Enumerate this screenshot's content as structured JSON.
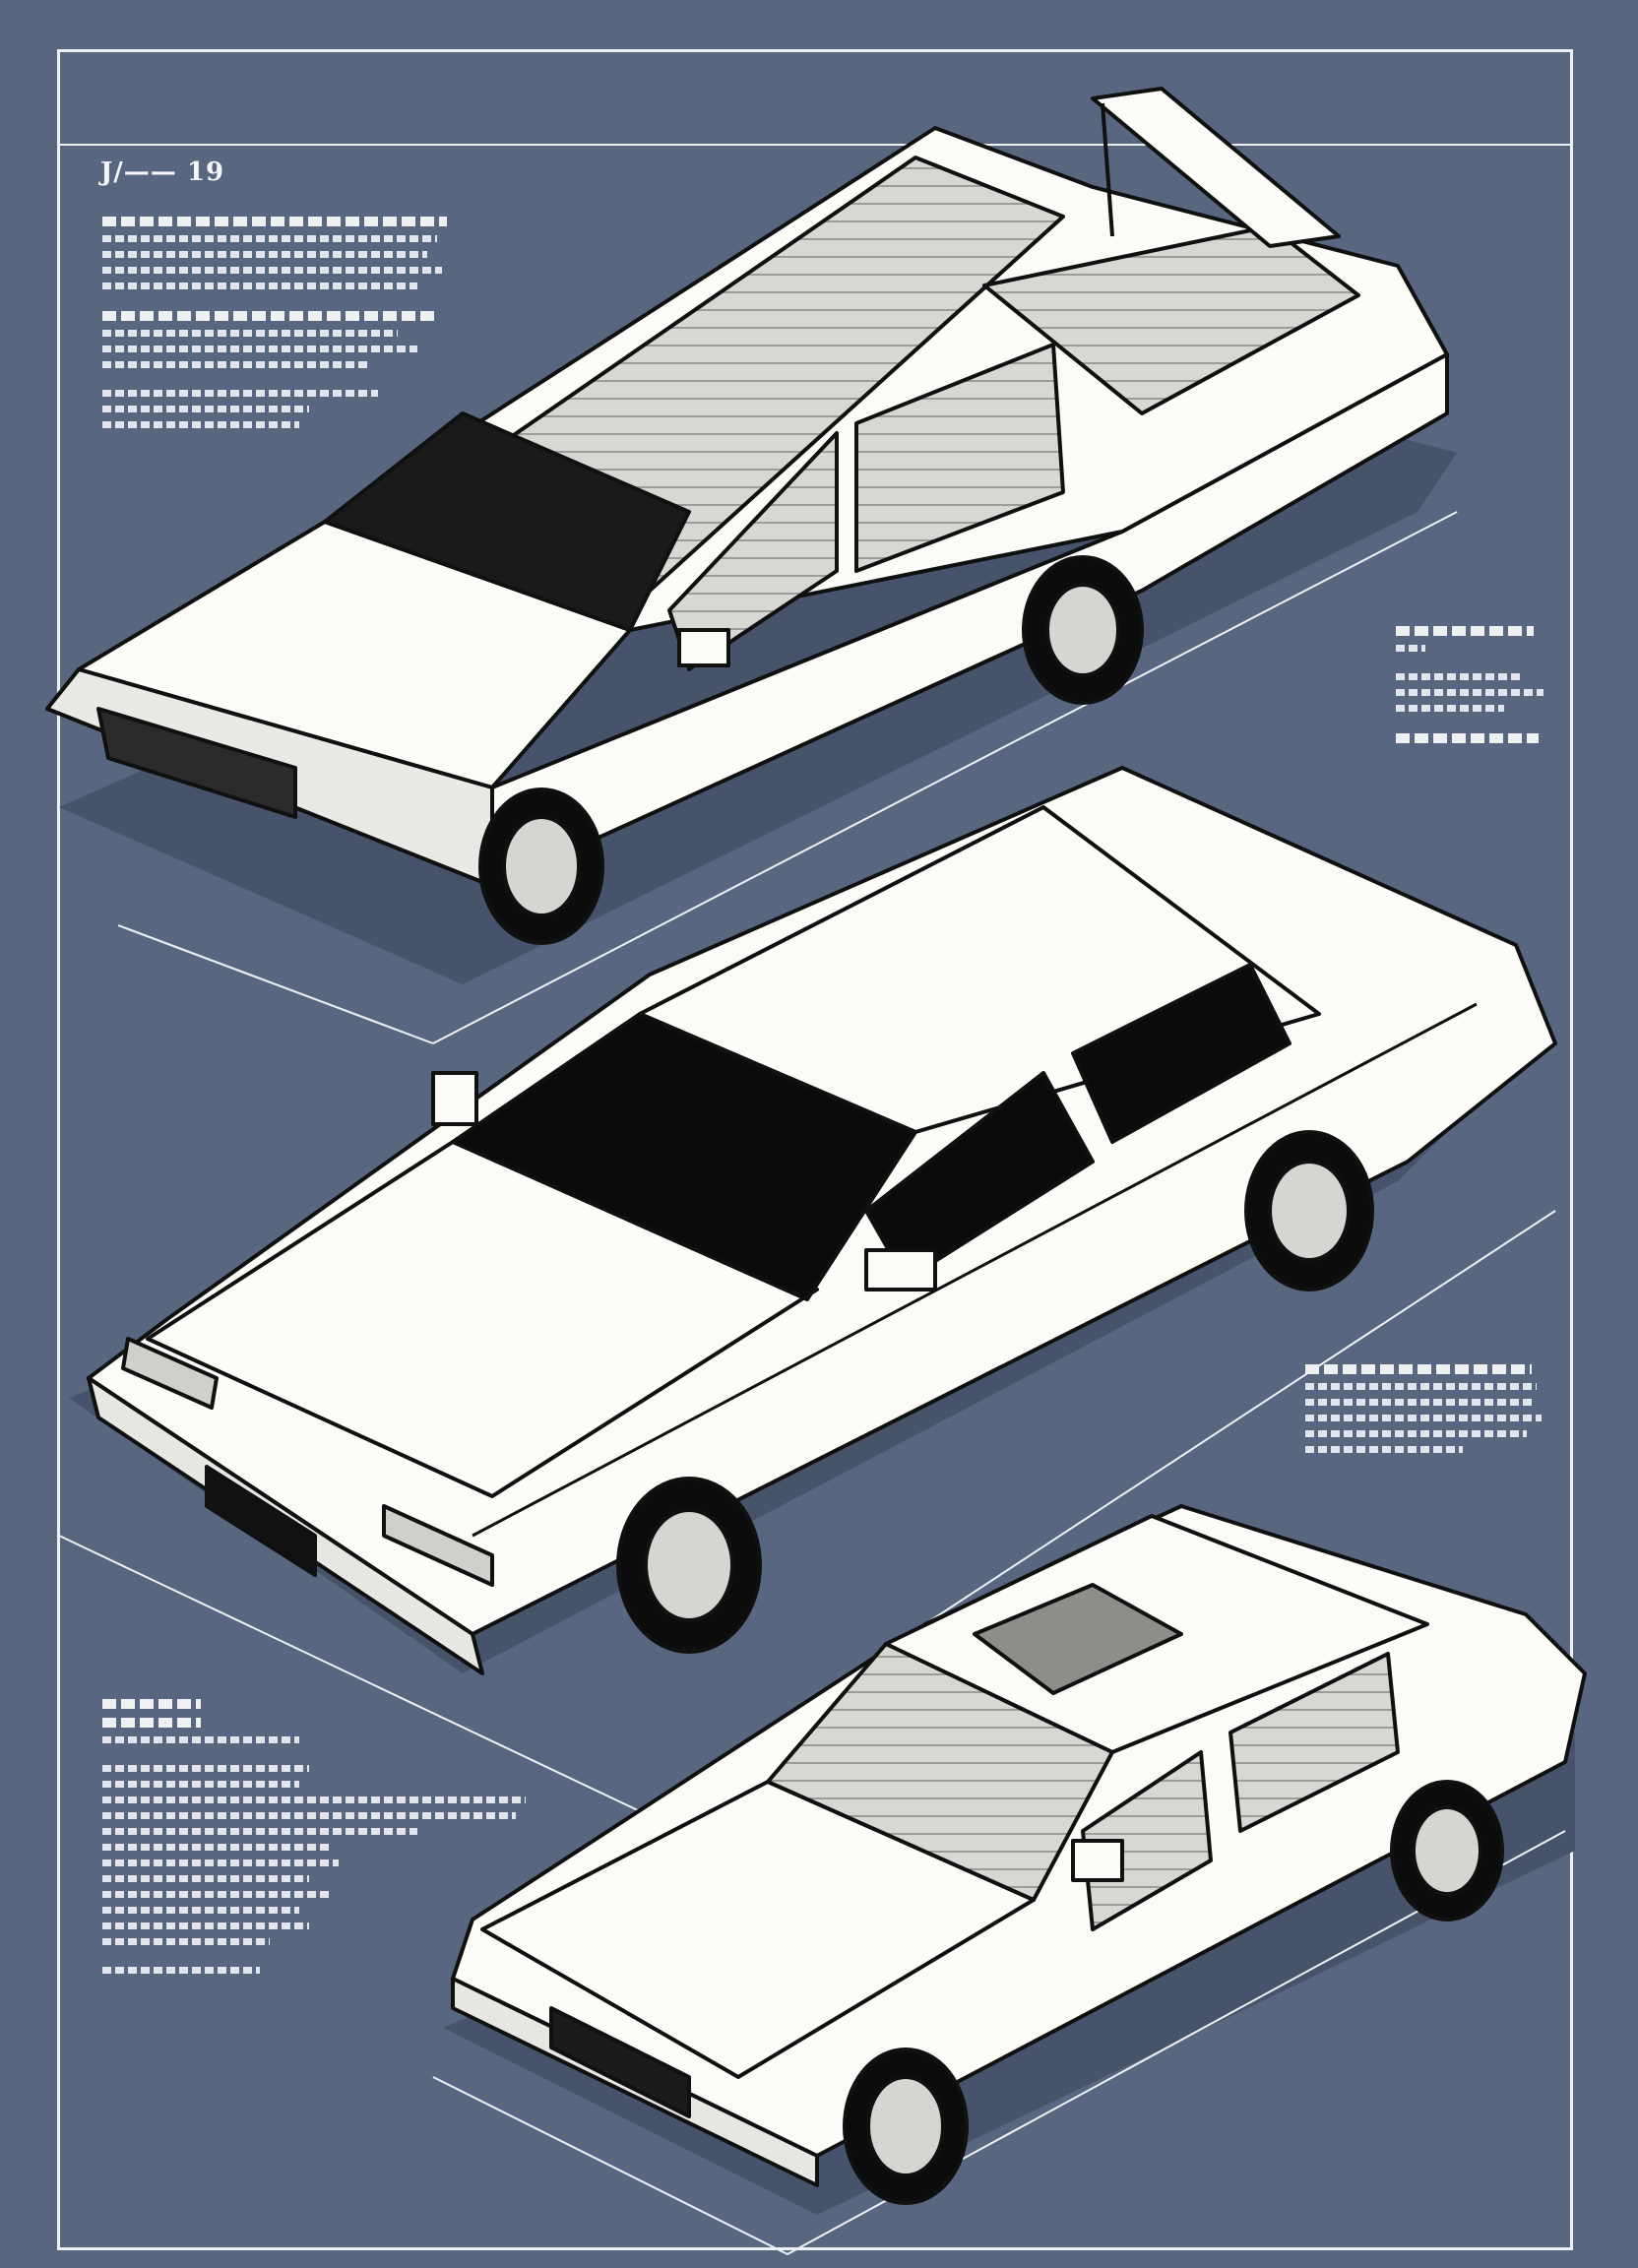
{
  "sheet": {
    "title": "J/—— 19",
    "background_color": "#58677f",
    "line_color": "#eef1f6",
    "car_body_color": "#fbfbf8",
    "glass_color": "#0b0b0c"
  },
  "views": [
    {
      "name": "top-open-interior",
      "roof": "open"
    },
    {
      "name": "side-three-quarter",
      "roof": "closed"
    },
    {
      "name": "lower-three-quarter",
      "roof": "open"
    }
  ],
  "spec_blocks": [
    {
      "name": "spec-block-top-left"
    },
    {
      "name": "spec-block-right-upper"
    },
    {
      "name": "spec-block-right-middle"
    },
    {
      "name": "spec-block-bottom-left"
    }
  ]
}
